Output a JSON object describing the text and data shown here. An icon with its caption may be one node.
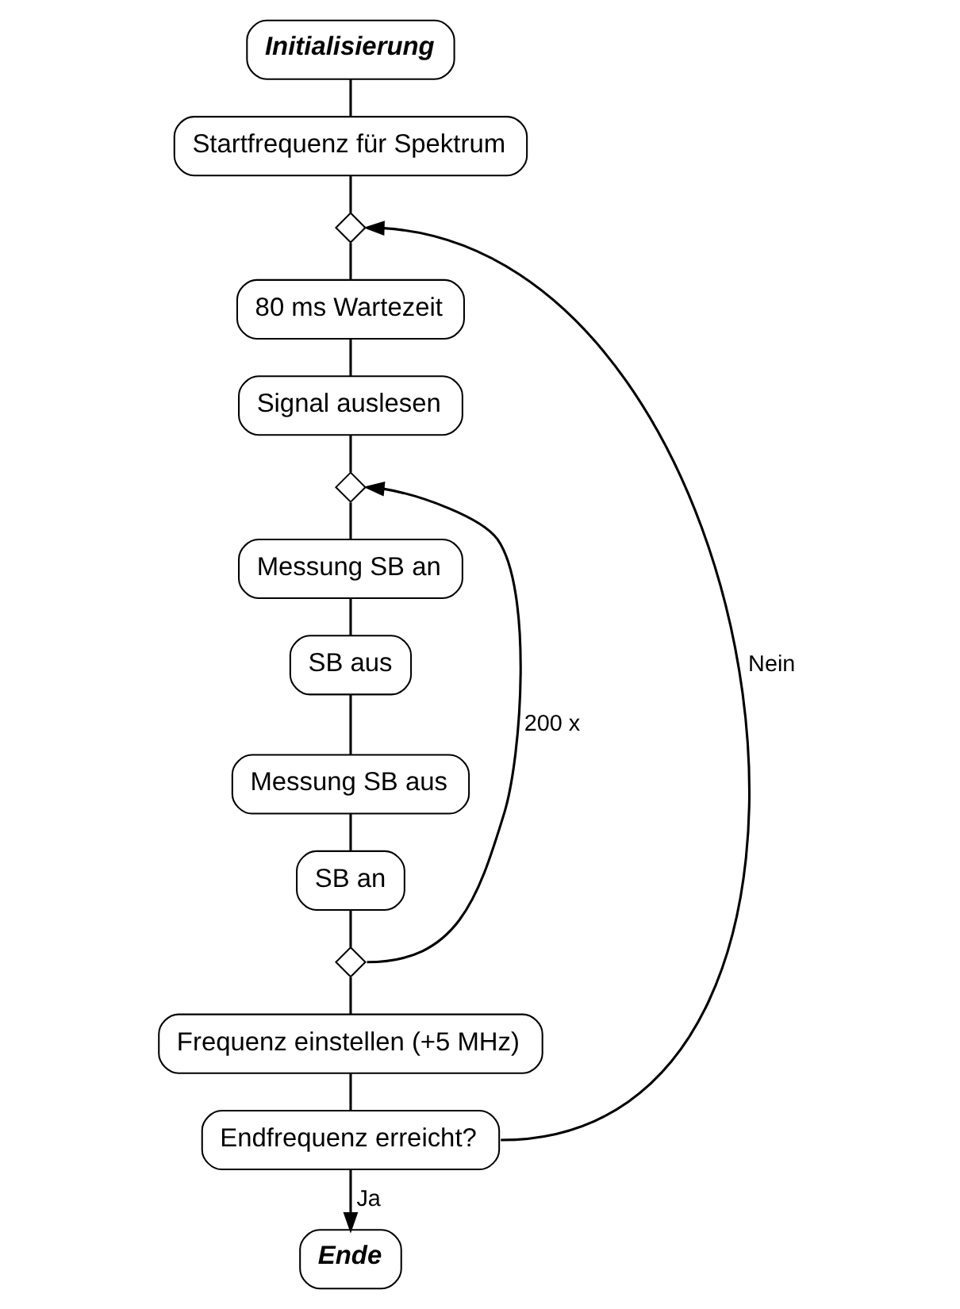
{
  "diagram": {
    "nodes": [
      {
        "text": [
          "Initialisierung"
        ]
      },
      {
        "text": [
          "Startfrequenz für Spektrum"
        ]
      },
      {
        "text": [],
        "shape": "diamond"
      },
      {
        "text": [
          "80 ms Wartezeit"
        ]
      },
      {
        "text": [
          "Signal auslesen"
        ]
      },
      {
        "text": [],
        "shape": "diamond"
      },
      {
        "text": [
          "Messung SB an"
        ]
      },
      {
        "text": [
          "SB aus"
        ]
      },
      {
        "text": [
          "Messung SB aus"
        ]
      },
      {
        "text": [
          "SB an"
        ]
      },
      {
        "text": [],
        "shape": "diamond"
      },
      {
        "text": [
          "Frequenz einstellen (+5 MHz)"
        ]
      },
      {
        "text": [
          "Endfrequenz erreicht?"
        ]
      },
      {
        "text": [
          "Ende"
        ]
      }
    ],
    "edges": [
      {
        "from": 0,
        "to": 1,
        "arrow": "none"
      },
      {
        "from": 1,
        "to": 2,
        "arrow": "none"
      },
      {
        "from": 2,
        "to": 3,
        "arrow": "none"
      },
      {
        "from": 3,
        "to": 4,
        "arrow": "none"
      },
      {
        "from": 4,
        "to": 5,
        "arrow": "none"
      },
      {
        "from": 5,
        "to": 6,
        "arrow": "none"
      },
      {
        "from": 6,
        "to": 7,
        "arrow": "none"
      },
      {
        "from": 7,
        "to": 8,
        "arrow": "none"
      },
      {
        "from": 8,
        "to": 9,
        "arrow": "none"
      },
      {
        "from": 9,
        "to": 10,
        "arrow": "none"
      },
      {
        "from": 10,
        "to": 5,
        "arrow": "to",
        "label": "200 x"
      },
      {
        "from": 10,
        "to": 11,
        "arrow": "none"
      },
      {
        "from": 11,
        "to": 12,
        "arrow": "none"
      },
      {
        "from": 12,
        "to": 2,
        "arrow": "to",
        "label": "Nein"
      },
      {
        "from": 12,
        "to": 13,
        "arrow": "to",
        "label": "Ja"
      }
    ]
  }
}
